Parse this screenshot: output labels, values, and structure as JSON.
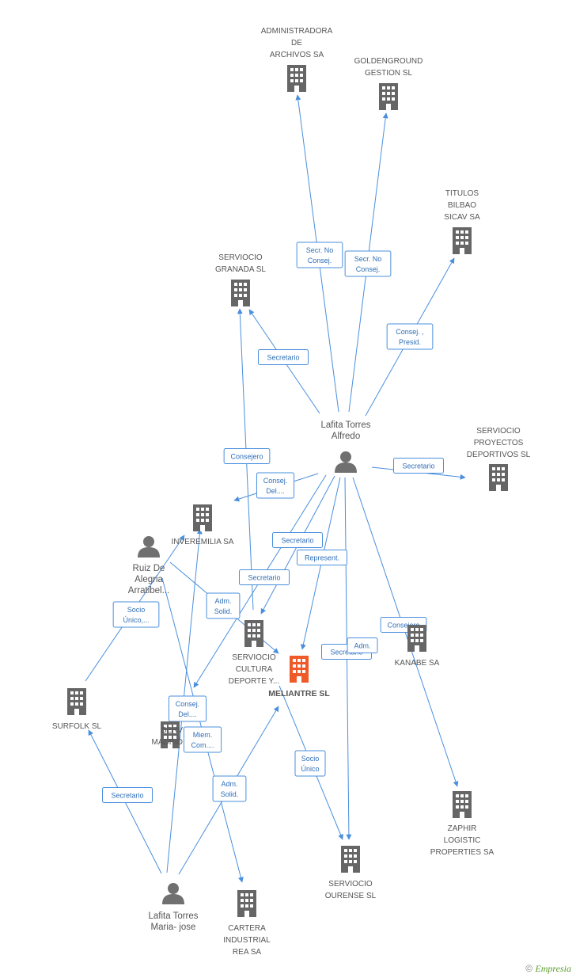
{
  "colors": {
    "edge": "#4a8fde",
    "company": "#666666",
    "focus": "#f05a28",
    "person": "#707070"
  },
  "companies": [
    {
      "id": "administradora",
      "lines": [
        "ADMINISTRADORA",
        "DE",
        "ARCHIVOS SA"
      ]
    },
    {
      "id": "goldenground",
      "lines": [
        "GOLDENGROUND",
        "GESTION SL"
      ]
    },
    {
      "id": "titulos",
      "lines": [
        "TITULOS",
        "BILBAO",
        "SICAV SA"
      ]
    },
    {
      "id": "granada",
      "lines": [
        "SERVIOCIO",
        "GRANADA  SL"
      ]
    },
    {
      "id": "proyectos",
      "lines": [
        "SERVIOCIO",
        "PROYECTOS",
        "DEPORTIVOS SL"
      ]
    },
    {
      "id": "inveremilia",
      "lines": [
        "INVEREMILIA SA"
      ]
    },
    {
      "id": "cultura",
      "lines": [
        "SERVIOCIO",
        "CULTURA",
        "DEPORTE Y..."
      ]
    },
    {
      "id": "kanabe",
      "lines": [
        "KANABE SA"
      ]
    },
    {
      "id": "surfolk",
      "lines": [
        "SURFOLK SL"
      ]
    },
    {
      "id": "madrid",
      "lines": [
        "SERV",
        "MADRID"
      ]
    },
    {
      "id": "zaphir",
      "lines": [
        "ZAPHIR",
        "LOGISTIC",
        "PROPERTIES SA"
      ]
    },
    {
      "id": "ourense",
      "lines": [
        "SERVIOCIO",
        "OURENSE SL"
      ]
    },
    {
      "id": "cartera",
      "lines": [
        "CARTERA",
        "INDUSTRIAL",
        "REA SA"
      ]
    }
  ],
  "focus_company": {
    "id": "meliantre",
    "lines": [
      "MELIANTRE SL"
    ]
  },
  "persons": [
    {
      "id": "alfredo",
      "lines": [
        "Lafita Torres",
        "Alfredo"
      ]
    },
    {
      "id": "ruiz",
      "lines": [
        "Ruiz De",
        "Alegria",
        "Arratibel..."
      ]
    },
    {
      "id": "mariajose",
      "lines": [
        "Lafita Torres",
        "Maria- jose"
      ]
    }
  ],
  "edges": [
    {
      "from": "alfredo",
      "to": "administradora",
      "label": [
        "Secr.  No",
        "Consej."
      ]
    },
    {
      "from": "alfredo",
      "to": "goldenground",
      "label": [
        "Secr.  No",
        "Consej."
      ]
    },
    {
      "from": "alfredo",
      "to": "titulos",
      "label": [
        "Consej. ,",
        "Presid."
      ]
    },
    {
      "from": "alfredo",
      "to": "granada",
      "label": [
        "Secretario"
      ]
    },
    {
      "from": "alfredo",
      "to": "proyectos",
      "label": [
        "Secretario"
      ]
    },
    {
      "from": "alfredo",
      "to": "inveremilia",
      "label": [
        "Consej.",
        "Del...."
      ]
    },
    {
      "from": "alfredo",
      "to": "cultura",
      "label": [
        "Secretario"
      ]
    },
    {
      "from": "alfredo",
      "to": "meliantre",
      "label": [
        "Represent."
      ]
    },
    {
      "from": "alfredo",
      "to": "madrid",
      "label": [
        "Secretario"
      ]
    },
    {
      "from": "alfredo",
      "to": "zaphir",
      "label": [
        "Consejero"
      ]
    },
    {
      "from": "alfredo",
      "to": "ourense",
      "label": [
        "Secretario"
      ]
    },
    {
      "from": "kanabe",
      "to": "granada",
      "label": [
        "Consejero"
      ]
    },
    {
      "from": "ruiz",
      "to": "meliantre",
      "label": [
        "Adm.",
        "Solid."
      ]
    },
    {
      "from": "surfolk",
      "to": "inveremilia",
      "label": [
        "Socio",
        "Único,..."
      ]
    },
    {
      "from": "ruiz",
      "to": "cartera",
      "label": [
        "Miem.",
        "Com...."
      ]
    },
    {
      "from": "mariajose",
      "to": "surfolk",
      "label": [
        "Secretario"
      ]
    },
    {
      "from": "mariajose",
      "to": "inveremilia",
      "label": [
        "Consej.",
        "Del...."
      ]
    },
    {
      "from": "mariajose",
      "to": "meliantre",
      "label": [
        "Adm.",
        "Solid."
      ]
    },
    {
      "from": "meliantre",
      "to": "ourense",
      "label": [
        "Socio",
        "Único"
      ]
    },
    {
      "from": "kanabe",
      "to": "kanabe_x",
      "label": [
        "Adm."
      ]
    }
  ],
  "watermark": {
    "symbol": "©",
    "brand": "Empresia"
  }
}
